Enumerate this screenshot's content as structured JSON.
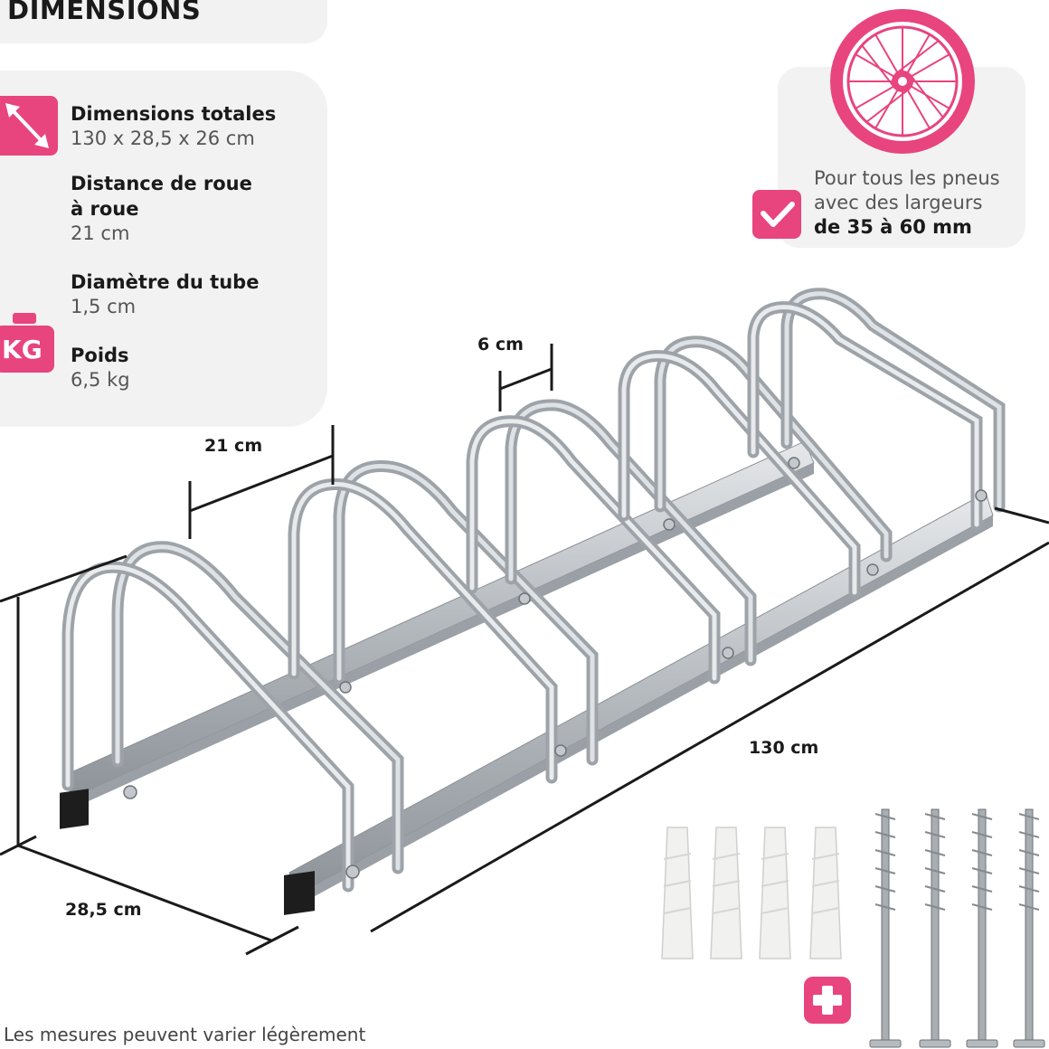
{
  "title": "DIMENSIONS",
  "specs": [
    {
      "label": "Dimensions totales",
      "value": "130 x 28,5 x 26 cm"
    },
    {
      "label_line1": "Distance de roue",
      "label_line2": "à roue",
      "value": "21 cm"
    },
    {
      "label": "Diamètre du tube",
      "value": "1,5 cm"
    },
    {
      "label": "Poids",
      "value": "6,5 kg"
    }
  ],
  "weight_icon_text": "KG",
  "tire_note": {
    "line1": "Pour tous les pneus",
    "line2": "avec des largeurs",
    "line3": "de 35 à 60 mm"
  },
  "dimensions": {
    "spacing": "21 cm",
    "tube_gap": "6 cm",
    "length": "130 cm",
    "depth": "28,5 cm"
  },
  "footnote": "Les mesures peuvent varier légèrement",
  "colors": {
    "accent": "#e8447e",
    "panel": "#f2f2f2",
    "metal": "#b9bec3"
  },
  "icons": [
    "diagonal-arrows-icon",
    "weight-icon",
    "bicycle-wheel-icon",
    "checkmark-icon",
    "plus-icon"
  ]
}
